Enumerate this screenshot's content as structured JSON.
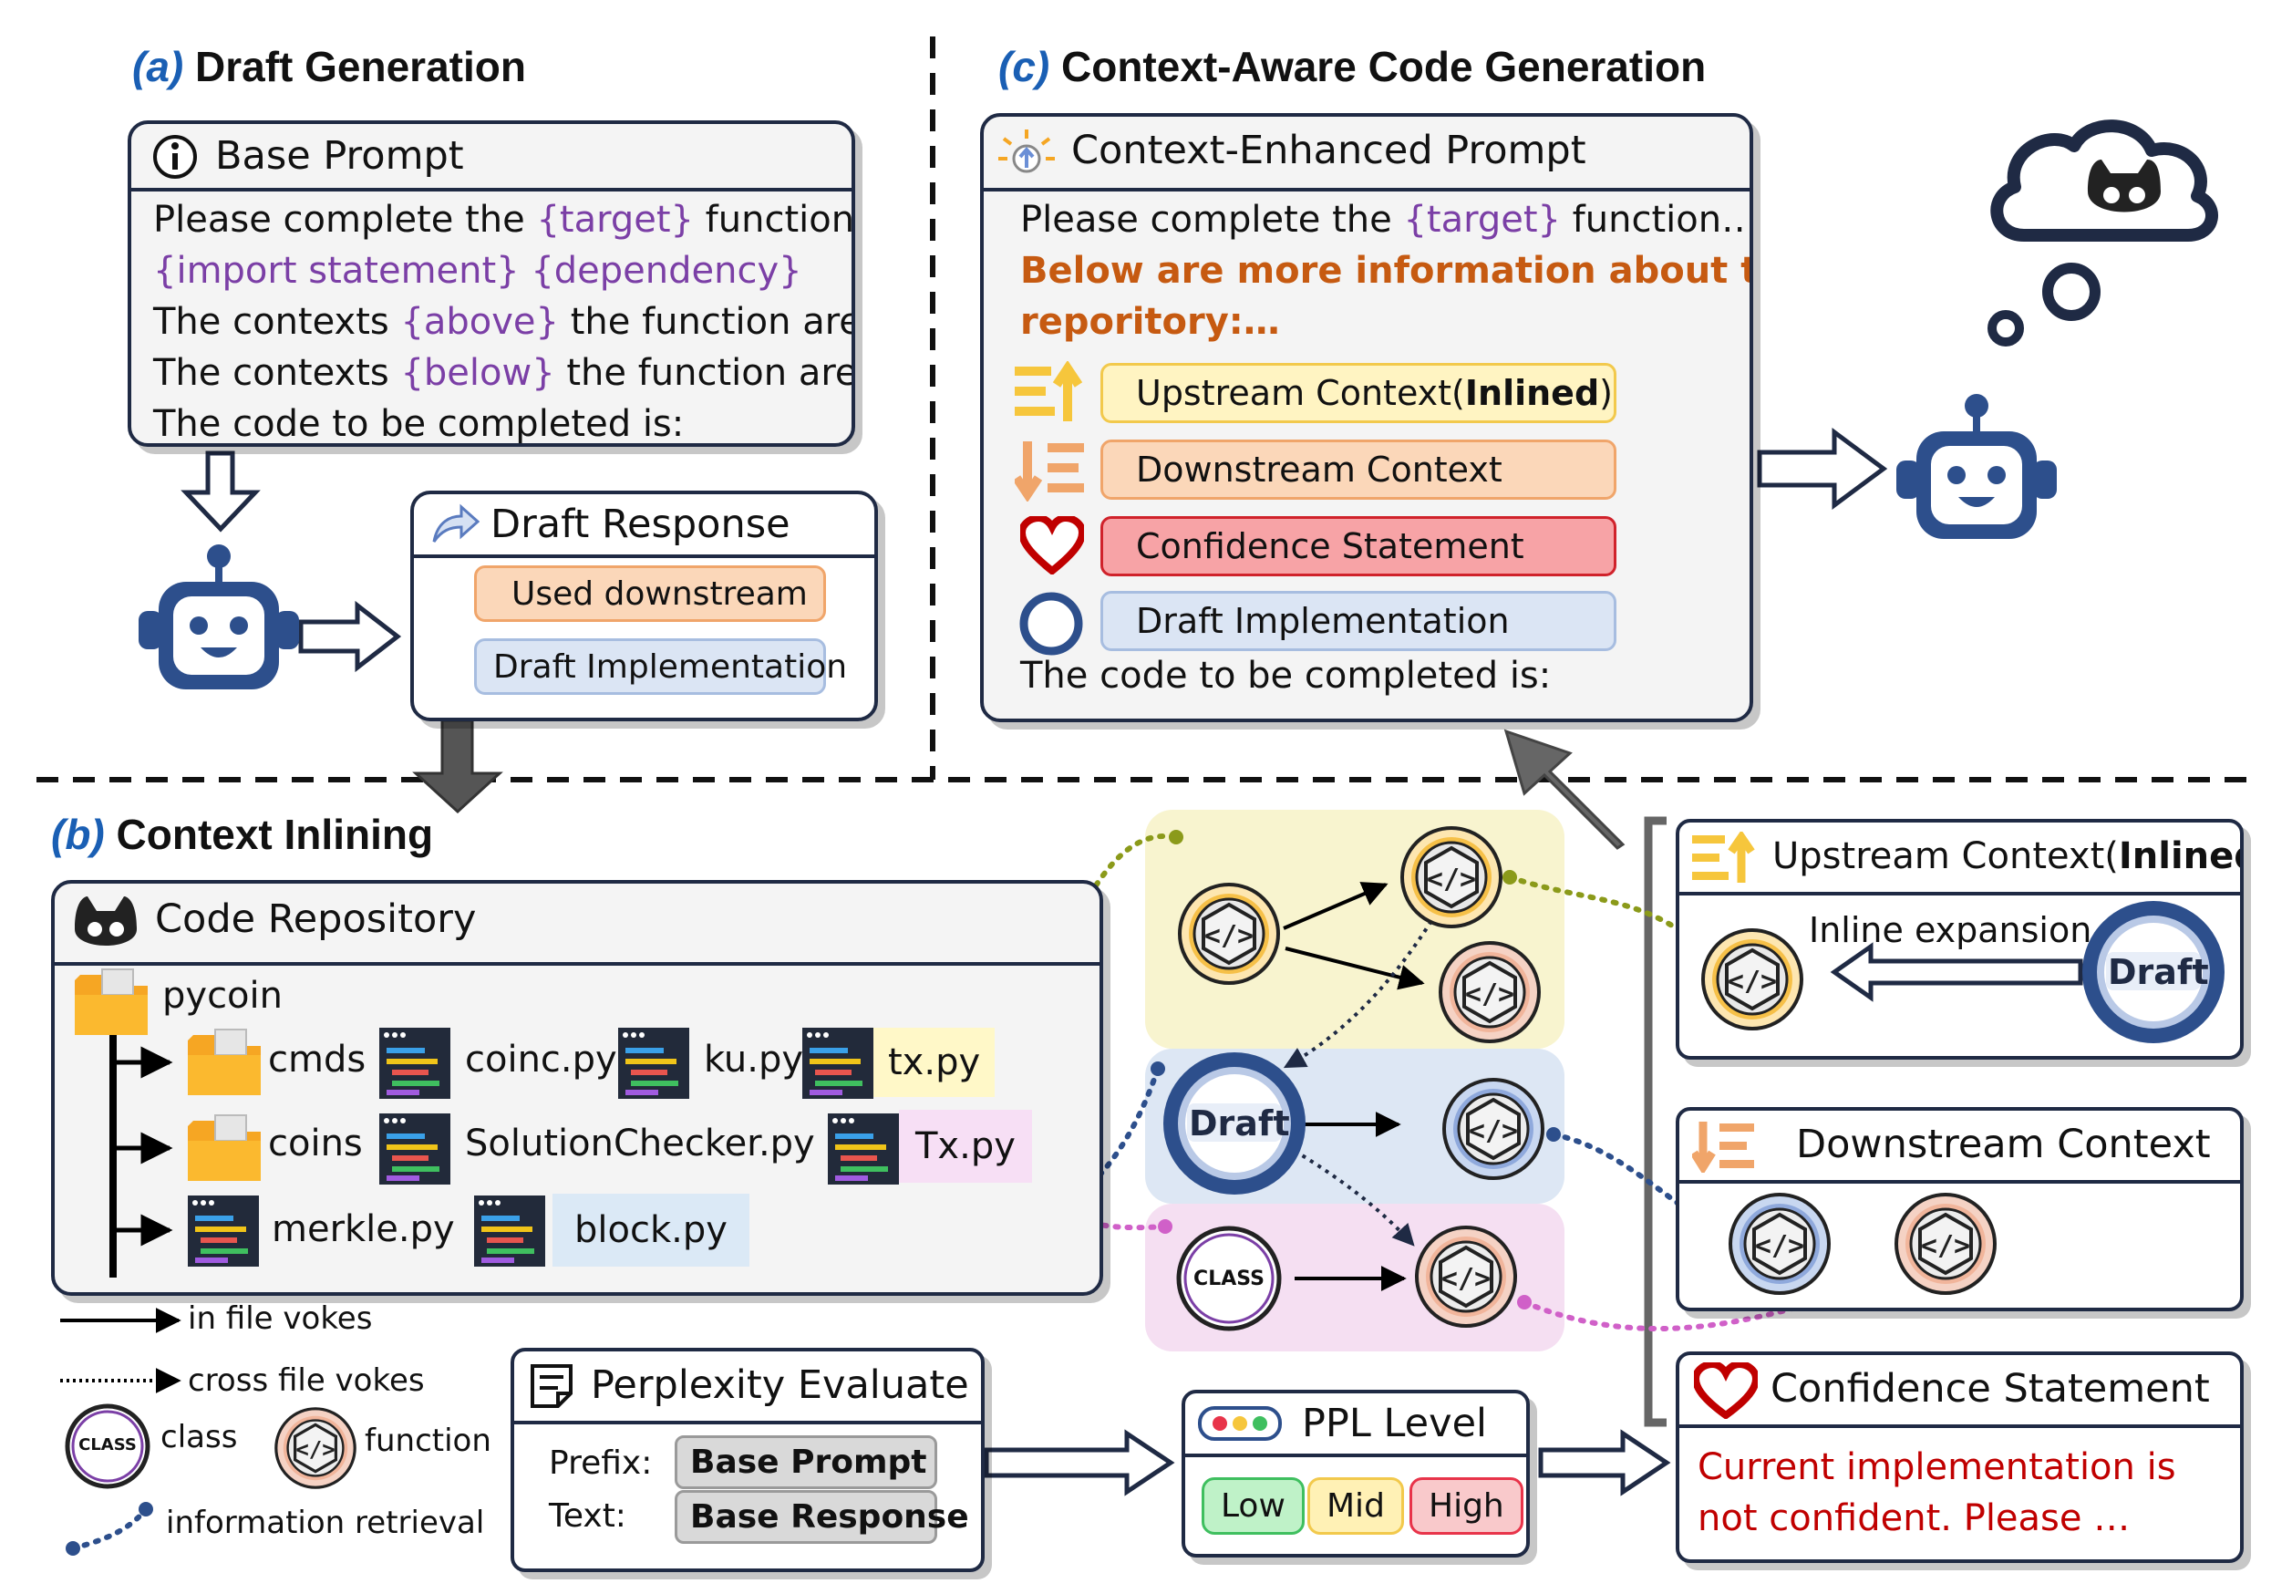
{
  "sections": {
    "a": {
      "letter": "(a)",
      "title": "Draft Generation"
    },
    "b": {
      "letter": "(b)",
      "title": "Context Inlining"
    },
    "c": {
      "letter": "(c)",
      "title": "Context-Aware Code Generation"
    }
  },
  "base_prompt": {
    "title": "Base Prompt",
    "l1_pre": "Please complete the ",
    "l1_ph": "{target}",
    "l1_post": " function…",
    "l2_ph1": "{import statement}",
    "l2_ph2": "{dependency}",
    "l3_pre": "The contexts ",
    "l3_ph": "{above}",
    "l3_post": " the function are:",
    "l4_pre": "The contexts ",
    "l4_ph": "{below}",
    "l4_post": " the function are:",
    "l5": "The code to be completed is:"
  },
  "draft_response": {
    "title": "Draft Response",
    "used_downstream": "Used downstream",
    "draft_impl": "Draft Implementation"
  },
  "enhanced_prompt": {
    "title": "Context-Enhanced Prompt",
    "l1_pre": "Please complete the ",
    "l1_ph": "{target}",
    "l1_post": " function…",
    "more_info_1": "Below are more information about the",
    "more_info_2": "reporitory:…",
    "upstream_pre": "Upstream Context(",
    "upstream_bold": "Inlined",
    "upstream_post": ")",
    "downstream": "Downstream Context",
    "confidence": "Confidence Statement",
    "draft_impl": "Draft Implementation",
    "last": "The code to be completed is:"
  },
  "repo": {
    "title": "Code Repository",
    "root": "pycoin",
    "cmds": "cmds",
    "coins": "coins",
    "coinc": "coinc.py",
    "ku": "ku.py",
    "tx": "tx.py",
    "solution": "SolutionChecker.py",
    "Tx": "Tx.py",
    "merkle": "merkle.py",
    "block": "block.py"
  },
  "graph": {
    "draft": "Draft",
    "class": "CLASS"
  },
  "right_panels": {
    "upstream_pre": "Upstream Context(",
    "upstream_bold": "Inlined",
    "upstream_post": ")",
    "inline_expansion": "Inline expansion",
    "draft": "Draft",
    "downstream": "Downstream Context",
    "confidence_title": "Confidence Statement",
    "confidence_1": "Current implementation is",
    "confidence_2": "not confident. Please …"
  },
  "perplexity": {
    "title": "Perplexity Evaluate",
    "prefix_label": "Prefix:",
    "prefix_value": "Base Prompt",
    "text_label": "Text:",
    "text_value": "Base Response"
  },
  "ppl_level": {
    "title": "PPL Level",
    "low": "Low",
    "mid": "Mid",
    "high": "High"
  },
  "legend": {
    "in_file": "in file vokes",
    "cross_file": "cross file vokes",
    "class_label": "class",
    "class_icon": "CLASS",
    "function_label": "function",
    "retrieval": "information retrieval"
  },
  "colors": {
    "navy": "#1f2a44",
    "title_blue": "#1a5fb4",
    "purple": "#7b3fa6",
    "orange": "#c65a11",
    "red": "#c00000",
    "robot": "#2d4f8c"
  }
}
